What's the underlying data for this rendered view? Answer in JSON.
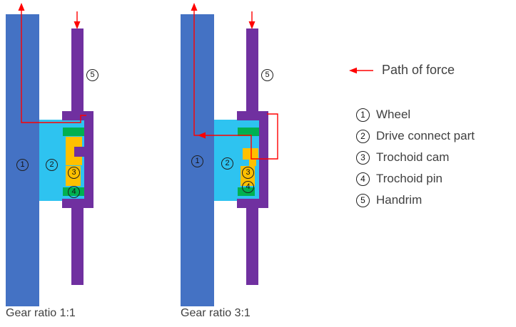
{
  "colors": {
    "wheel": "#4472C4",
    "handrim": "#7030A0",
    "drive_connect": "#2EC3F0",
    "cam": "#FFC000",
    "pin": "#00B050",
    "force": "#FF0000",
    "text": "#404040"
  },
  "legend": {
    "path_of_force_label": "Path of force",
    "items": [
      {
        "num": "1",
        "label": "Wheel"
      },
      {
        "num": "2",
        "label": "Drive connect part"
      },
      {
        "num": "3",
        "label": "Trochoid cam"
      },
      {
        "num": "4",
        "label": "Trochoid pin"
      },
      {
        "num": "5",
        "label": "Handrim"
      }
    ]
  },
  "diagrams": [
    {
      "caption": "Gear ratio 1:1",
      "markers": {
        "wheel": "1",
        "drive_connect": "2",
        "cam": "3",
        "pin": "4",
        "handrim": "5"
      }
    },
    {
      "caption": "Gear ratio 3:1",
      "markers": {
        "wheel": "1",
        "drive_connect": "2",
        "cam": "3",
        "pin": "4",
        "handrim": "5"
      }
    }
  ]
}
